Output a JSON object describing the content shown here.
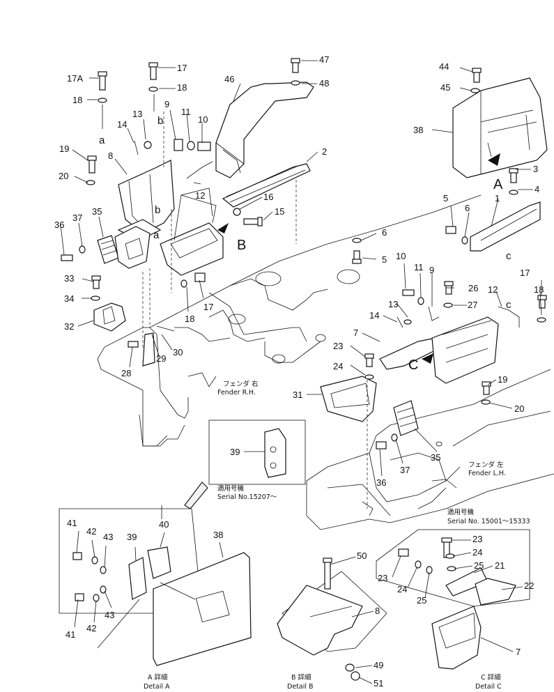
{
  "callouts": {
    "c17a": "17A",
    "c18a": "18",
    "c17b": "17",
    "c18b": "18",
    "c47": "47",
    "c48": "48",
    "c46": "46",
    "c44": "44",
    "c45": "45",
    "c38a": "38",
    "c13a": "13",
    "c9a": "9",
    "c11a": "11",
    "c10a": "10",
    "c14a": "14",
    "c19a": "19",
    "c8a": "8",
    "c2": "2",
    "c3": "3",
    "c4": "4",
    "c20a": "20",
    "c12a": "12",
    "c16": "16",
    "c15": "15",
    "c5a": "5",
    "c6a": "6",
    "c1": "1",
    "c36a": "36",
    "c37a": "37",
    "c35a": "35",
    "c6b": "6",
    "c5b": "5",
    "c33": "33",
    "c18c": "18",
    "c17c": "17",
    "c34": "34",
    "c32": "32",
    "c10b": "10",
    "c11b": "11",
    "c9b": "9",
    "c26": "26",
    "c17d": "17",
    "c27": "27",
    "c12b": "12",
    "c18d": "18",
    "c13b": "13",
    "c14b": "14",
    "c7a": "7",
    "c23a": "23",
    "c24a": "24",
    "c28": "28",
    "c29": "29",
    "c30": "30",
    "c31": "31",
    "c19b": "19",
    "c20b": "20",
    "c39a": "39",
    "c37b": "37",
    "c35b": "35",
    "c36b": "36",
    "c41a": "41",
    "c42a": "42",
    "c43a": "43",
    "c39b": "39",
    "c40": "40",
    "c38b": "38",
    "c41b": "41",
    "c42b": "42",
    "c43b": "43",
    "c50": "50",
    "c8b": "8",
    "c49": "49",
    "c51": "51",
    "c23b": "23",
    "c24b": "24",
    "c25a": "25",
    "c21": "21",
    "c23c": "23",
    "c24c": "24",
    "c25b": "25",
    "c22": "22",
    "c7b": "7"
  },
  "view_letters": {
    "a_upper": "A",
    "b_upper": "B",
    "c_upper_arrow": "C",
    "a_low1": "a",
    "b_low1": "b",
    "a_low2": "a",
    "b_low2": "b",
    "c_low1": "c",
    "c_low2": "c"
  },
  "fender_rh": {
    "jp": "フェンダ 右",
    "en": "Fender R.H."
  },
  "fender_lh": {
    "jp": "フェンダ 左",
    "en": "Fender L.H."
  },
  "serial_a": {
    "jp": "適用号機",
    "en": "Serial No.15207～"
  },
  "serial_c": {
    "jp": "適用号機",
    "en": "Serial  No.  15001～15333"
  },
  "details": {
    "a": {
      "jp": "A 詳細",
      "en": "Detail A"
    },
    "b": {
      "jp": "B 詳細",
      "en": "Detail B"
    },
    "c": {
      "jp": "C 詳細",
      "en": "Detail C"
    }
  }
}
